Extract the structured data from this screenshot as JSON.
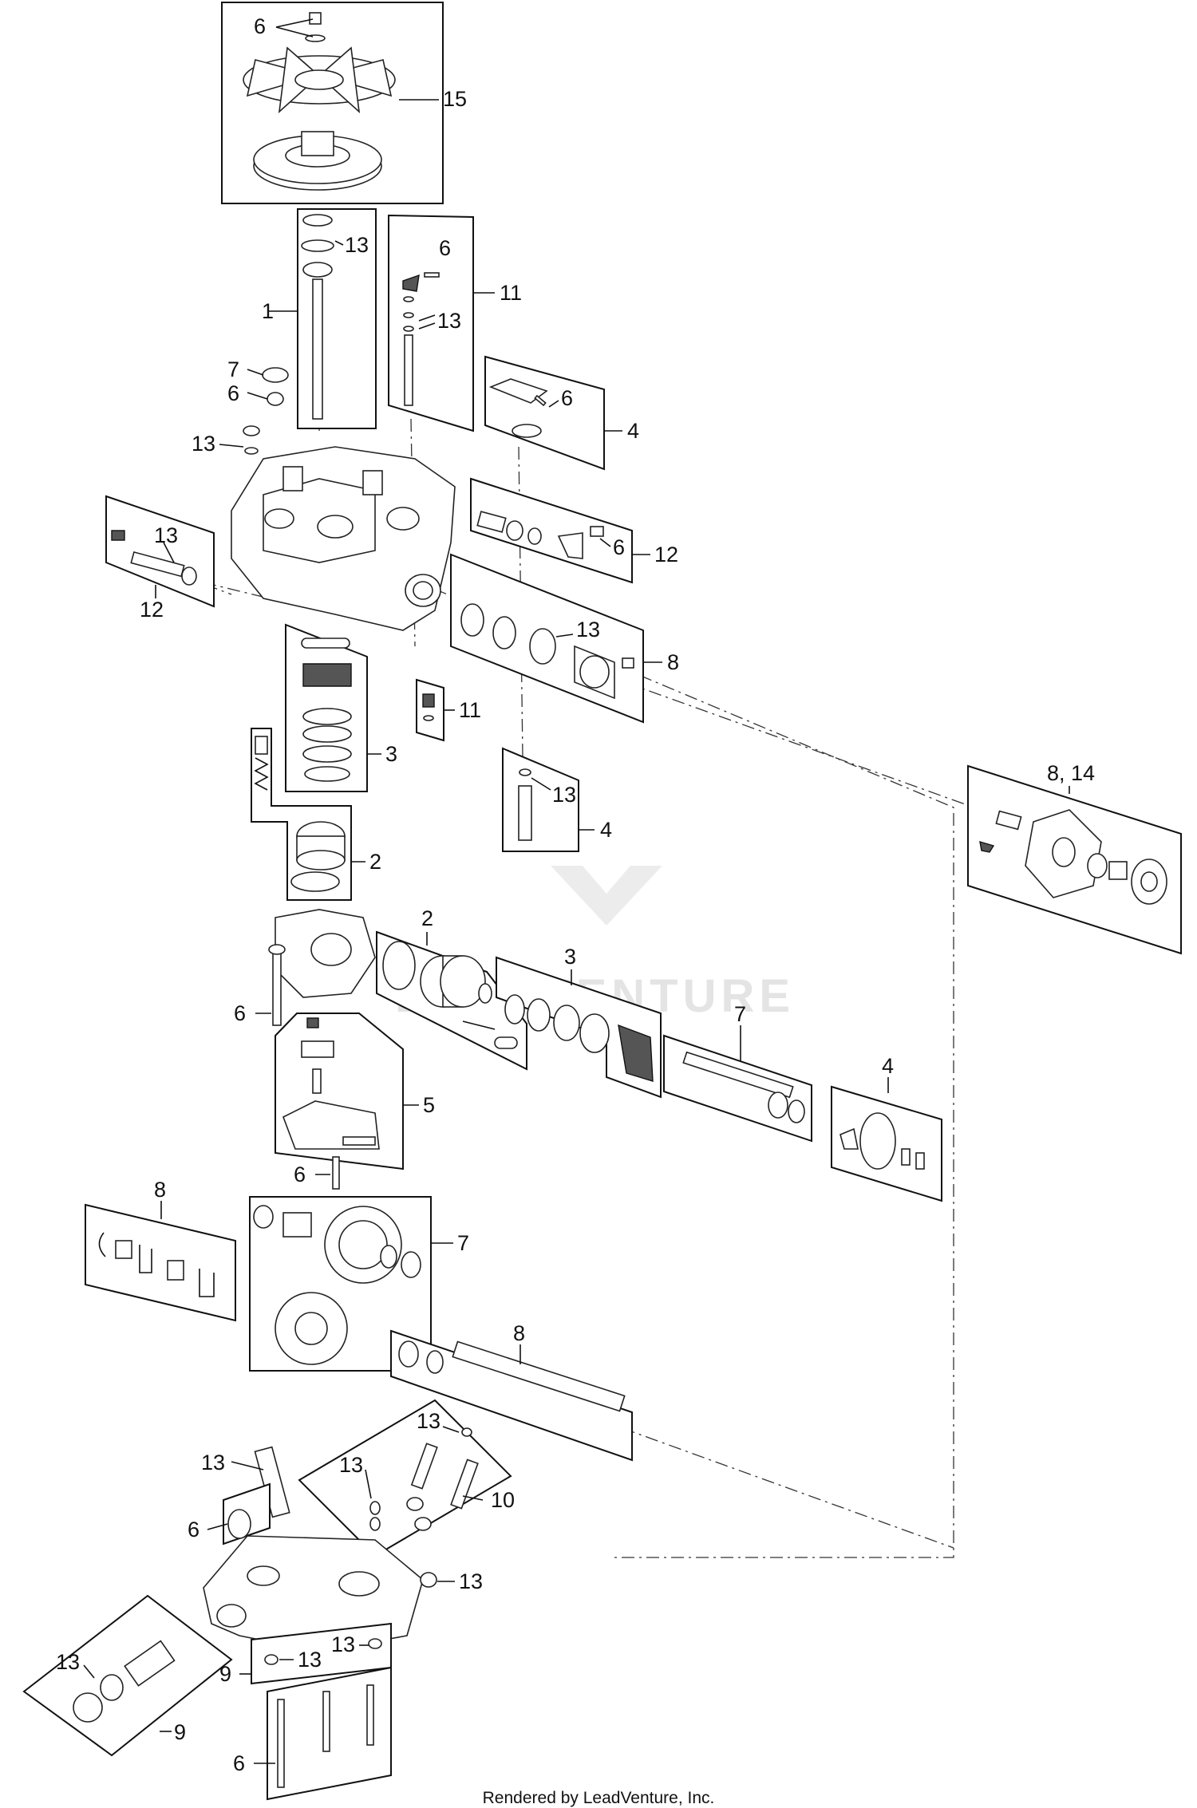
{
  "watermark": "LEADVENTURE",
  "footer": "Rendered by LeadVenture, Inc.",
  "callouts": {
    "fan_6": "6",
    "fan_15": "15",
    "shaft_13": "13",
    "shaft_1": "1",
    "arm_6": "6",
    "arm_13": "13",
    "arm_11": "11",
    "cap_7": "7",
    "cap_6": "6",
    "top_13": "13",
    "lever_6": "6",
    "lever_4": "4",
    "left_13": "13",
    "left_12": "12",
    "bypass_6": "6",
    "bypass_12": "12",
    "seal_13": "13",
    "seal_8": "8",
    "block_11": "11",
    "bearing_3": "3",
    "valve_13": "13",
    "valve_4": "4",
    "pump_2": "2",
    "hub_8_14": "8, 14",
    "cyl_2": "2",
    "ring_3": "3",
    "bolt_6": "6",
    "base_5": "5",
    "shaft_7": "7",
    "plate_4": "4",
    "lbolt_6": "6",
    "keys_8": "8",
    "gears_7": "7",
    "axle_8": "8",
    "tube_13": "13",
    "pins_13": "13",
    "valves_13": "13",
    "valves_10": "10",
    "case_6": "6",
    "case_13": "13",
    "filter_13": "13",
    "filter_9": "9",
    "plug_9": "9",
    "plug_13a": "13",
    "plug_13b": "13",
    "bottom_6": "6"
  }
}
